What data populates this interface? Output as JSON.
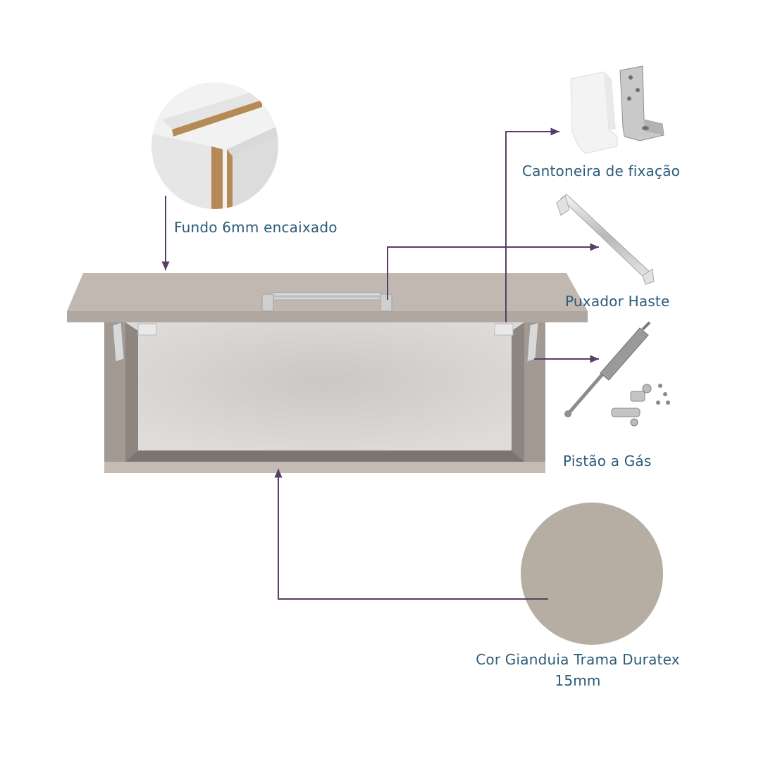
{
  "callouts": {
    "fundo": "Fundo 6mm encaixado",
    "cantoneira": "Cantoneira de fixação",
    "puxador": "Puxador Haste",
    "pistao": "Pistão a Gás",
    "cor_line1": "Cor Gianduia Trama Duratex",
    "cor_line2": "15mm"
  },
  "icons": {
    "fundo": "panel-joint-detail-icon",
    "cantoneira": "corner-bracket-icon",
    "puxador": "bar-handle-icon",
    "pistao": "gas-piston-icon",
    "cor": "color-swatch-icon"
  },
  "colors": {
    "cabinet": "#c2b8b2",
    "swatch": "#b6ada3",
    "leader_line": "#5a3d66",
    "label_text": "#2a5b7a"
  }
}
